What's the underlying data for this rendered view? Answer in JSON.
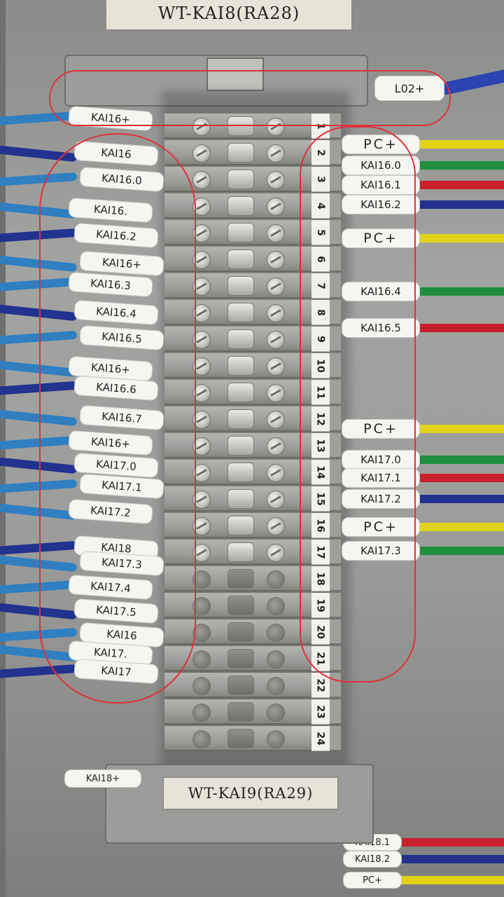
{
  "top_module_label": "WT-KAI8(RA28)",
  "bottom_module_label": "WT-KAI9(RA29)",
  "top_right_sleeve": "L02+",
  "terminal_numbers": [
    "1",
    "2",
    "3",
    "4",
    "5",
    "6",
    "7",
    "8",
    "9",
    "10",
    "11",
    "12",
    "13",
    "14",
    "15",
    "16",
    "17",
    "18",
    "19",
    "20",
    "21",
    "22",
    "23",
    "24"
  ],
  "left_sleeves": [
    "KAI16+",
    "KAI16",
    "KAI16.0",
    "KAI16.",
    "KAI16.2",
    "KAI16+",
    "KAI16.3",
    "KAI16.4",
    "KAI16.5",
    "KAI16+",
    "KAI16.6",
    "KAI16.7",
    "KAI16+",
    "KAI17.0",
    "KAI17.1",
    "KAI17.2",
    "KAI18",
    "KAI17.3",
    "KAI17.4",
    "KAI17.5",
    "KAI16",
    "KAI17.",
    "KAI17"
  ],
  "right_sleeves": [
    "PC+",
    "KAI16.0",
    "KAI16.1",
    "KAI16.2",
    "PC+",
    "KAI16.4",
    "KAI16.5",
    "PC+",
    "KAI17.0",
    "KAI17.1",
    "KAI17.2",
    "PC+",
    "KAI17.3"
  ],
  "bottom_left_sleeve": "KAI18+",
  "bottom_right_sleeves": [
    "KAI18.1",
    "KAI18.2",
    "PC+"
  ],
  "colors": {
    "wire_blue": "#2f7fc1",
    "wire_dark_blue": "#23318f",
    "wire_yellow": "#e2d318",
    "wire_green": "#1f8f3d",
    "wire_red": "#c8202c",
    "annotation_red": "#e0303a",
    "terminal_gray": "#a4a5a1"
  }
}
